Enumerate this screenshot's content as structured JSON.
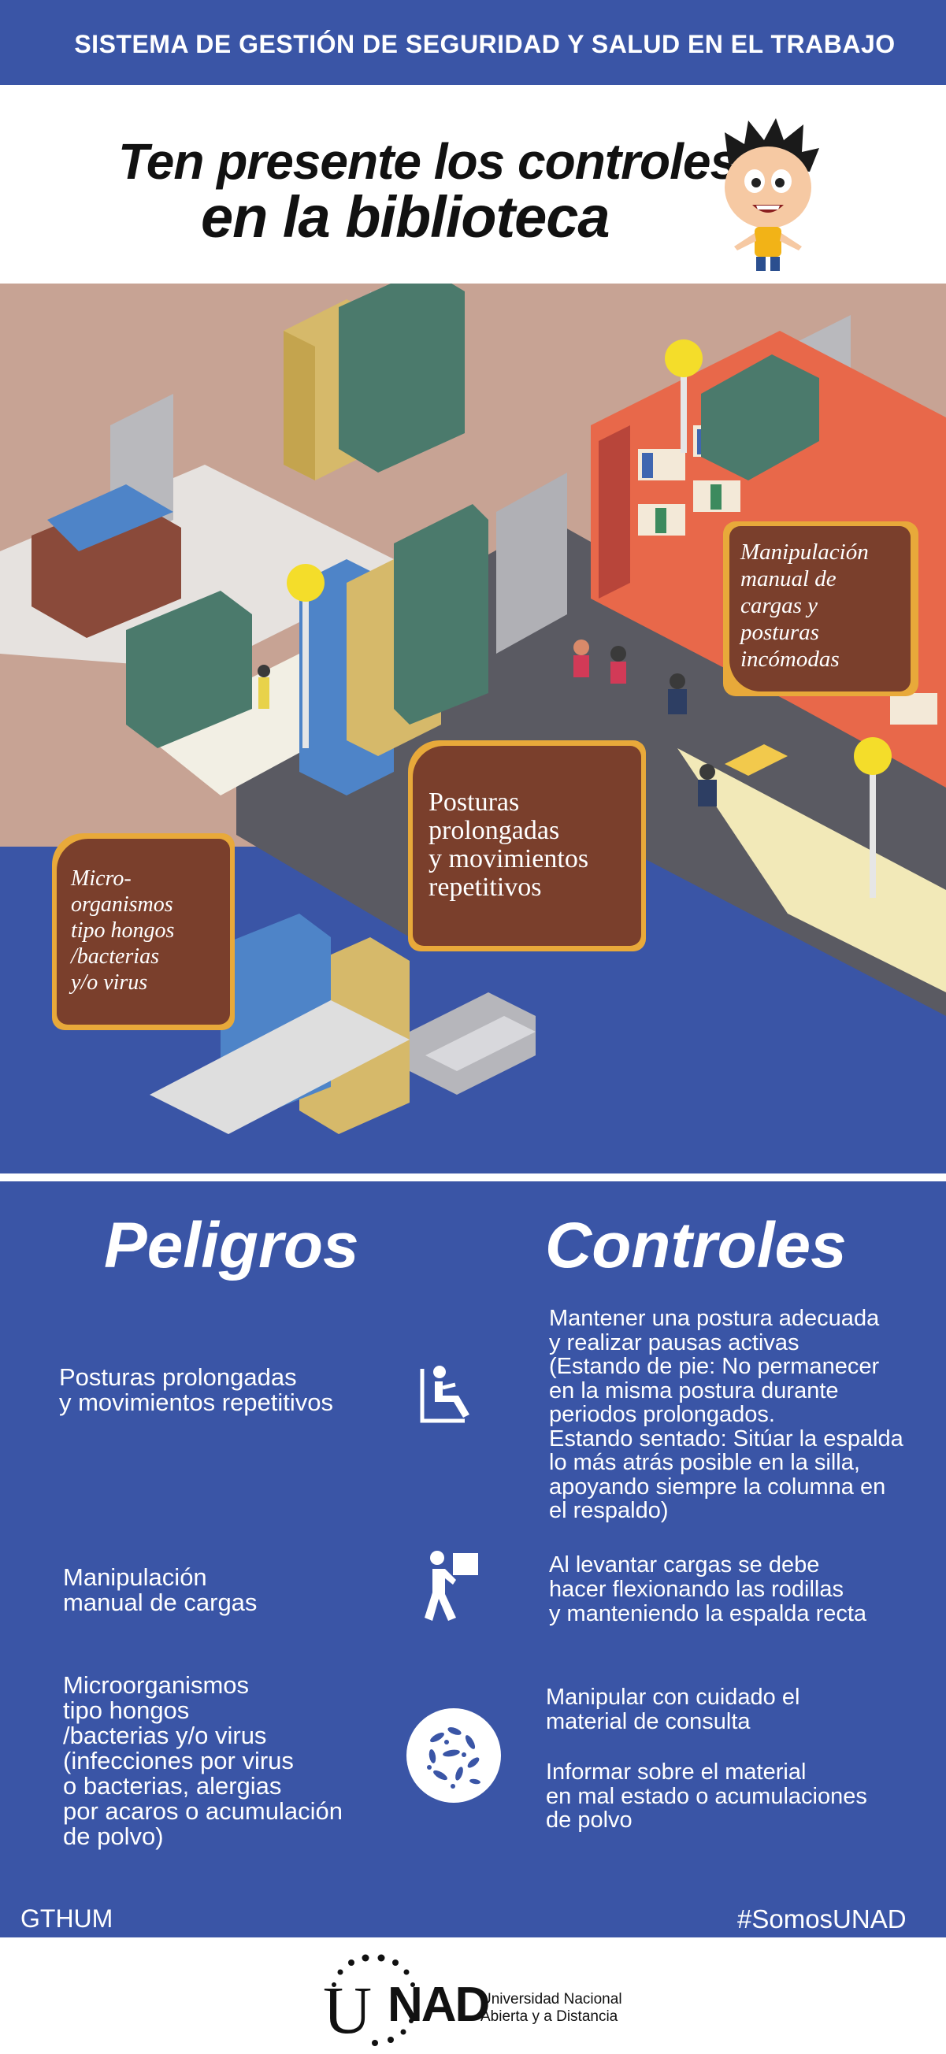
{
  "header": {
    "title": "SISTEMA DE GESTIÓN DE SEGURIDAD Y SALUD EN EL TRABAJO"
  },
  "hero": {
    "line1": "Ten presente los controles",
    "line2": "en la biblioteca"
  },
  "illustration": {
    "callouts": [
      {
        "text": "Manipulación\nmanual de\ncargas y\nposturas\nincómodas"
      },
      {
        "text": "Posturas\nprolongadas\ny movimientos\nrepetitivos"
      },
      {
        "text": "Micro-\norganismos\ntipo hongos\n/bacterias\ny/o virus"
      }
    ]
  },
  "sections": {
    "peligros_title": "Peligros",
    "controles_title": "Controles"
  },
  "rows": [
    {
      "hazard": "Posturas prolongadas\ny movimientos repetitivos",
      "icon": "sitting-posture-icon",
      "controls": "Mantener una postura adecuada\ny realizar pausas activas\n(Estando de pie: No permanecer\nen la misma postura durante\nperiodos prolongados.\nEstando sentado: Sitúar la espalda\nlo más atrás posible en la silla,\napoyando siempre la columna en\nel respaldo)"
    },
    {
      "hazard": "Manipulación\nmanual de cargas",
      "icon": "person-carrying-box-icon",
      "controls": "Al levantar cargas se debe\nhacer flexionando las rodillas\ny manteniendo la espalda recta"
    },
    {
      "hazard": "Microorganismos\ntipo hongos\n/bacterias y/o virus\n(infecciones por virus\no bacterias, alergias\npor acaros o acumulación\nde polvo)",
      "icon": "bacteria-icon",
      "controls": "Manipular con cuidado el\nmaterial de consulta",
      "controls2": "Informar sobre el material\nen mal estado o acumulaciones\nde polvo"
    }
  ],
  "footer": {
    "left": "GTHUM",
    "right": "#SomosUNAD"
  },
  "logo": {
    "u": "U",
    "nad": "NAD",
    "subtitle": "Universidad Nacional\nAbierta y a Distancia"
  },
  "colors": {
    "blue": "#3a55a6",
    "brown_callout": "#7a3f2c",
    "illustration_bg": "#c7a394",
    "accent_orange": "#e8a93a"
  }
}
